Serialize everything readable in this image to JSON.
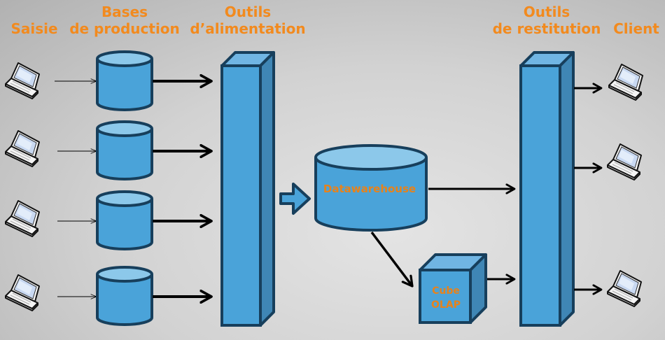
{
  "headers": {
    "saisie": "Saisie",
    "bases_line1": "Bases",
    "bases_line2": "de production",
    "outils_alim_line1": "Outils",
    "outils_alim_line2": "d’alimentation",
    "outils_rest_line1": "Outils",
    "outils_rest_line2": "de restitution",
    "client": "Client"
  },
  "nodes": {
    "datawarehouse": "Datawarehouse",
    "cube_line1": "Cube",
    "cube_line2": "OLAP"
  },
  "counts": {
    "input_laptops": 4,
    "production_databases": 4,
    "client_laptops": 3
  },
  "colors": {
    "accent_text": "#f28a1e",
    "shape_fill": "#4aa3d9",
    "shape_top": "#8cc8ea",
    "shape_side": "#3f86b5",
    "shape_stroke": "#173f5c"
  },
  "icons": {
    "input_device": "laptop-icon",
    "database": "database-cylinder-icon",
    "etl_tool": "column-block-icon",
    "reporting_tool": "column-block-icon",
    "olap": "cube-icon",
    "flow": "arrow-right-icon"
  }
}
